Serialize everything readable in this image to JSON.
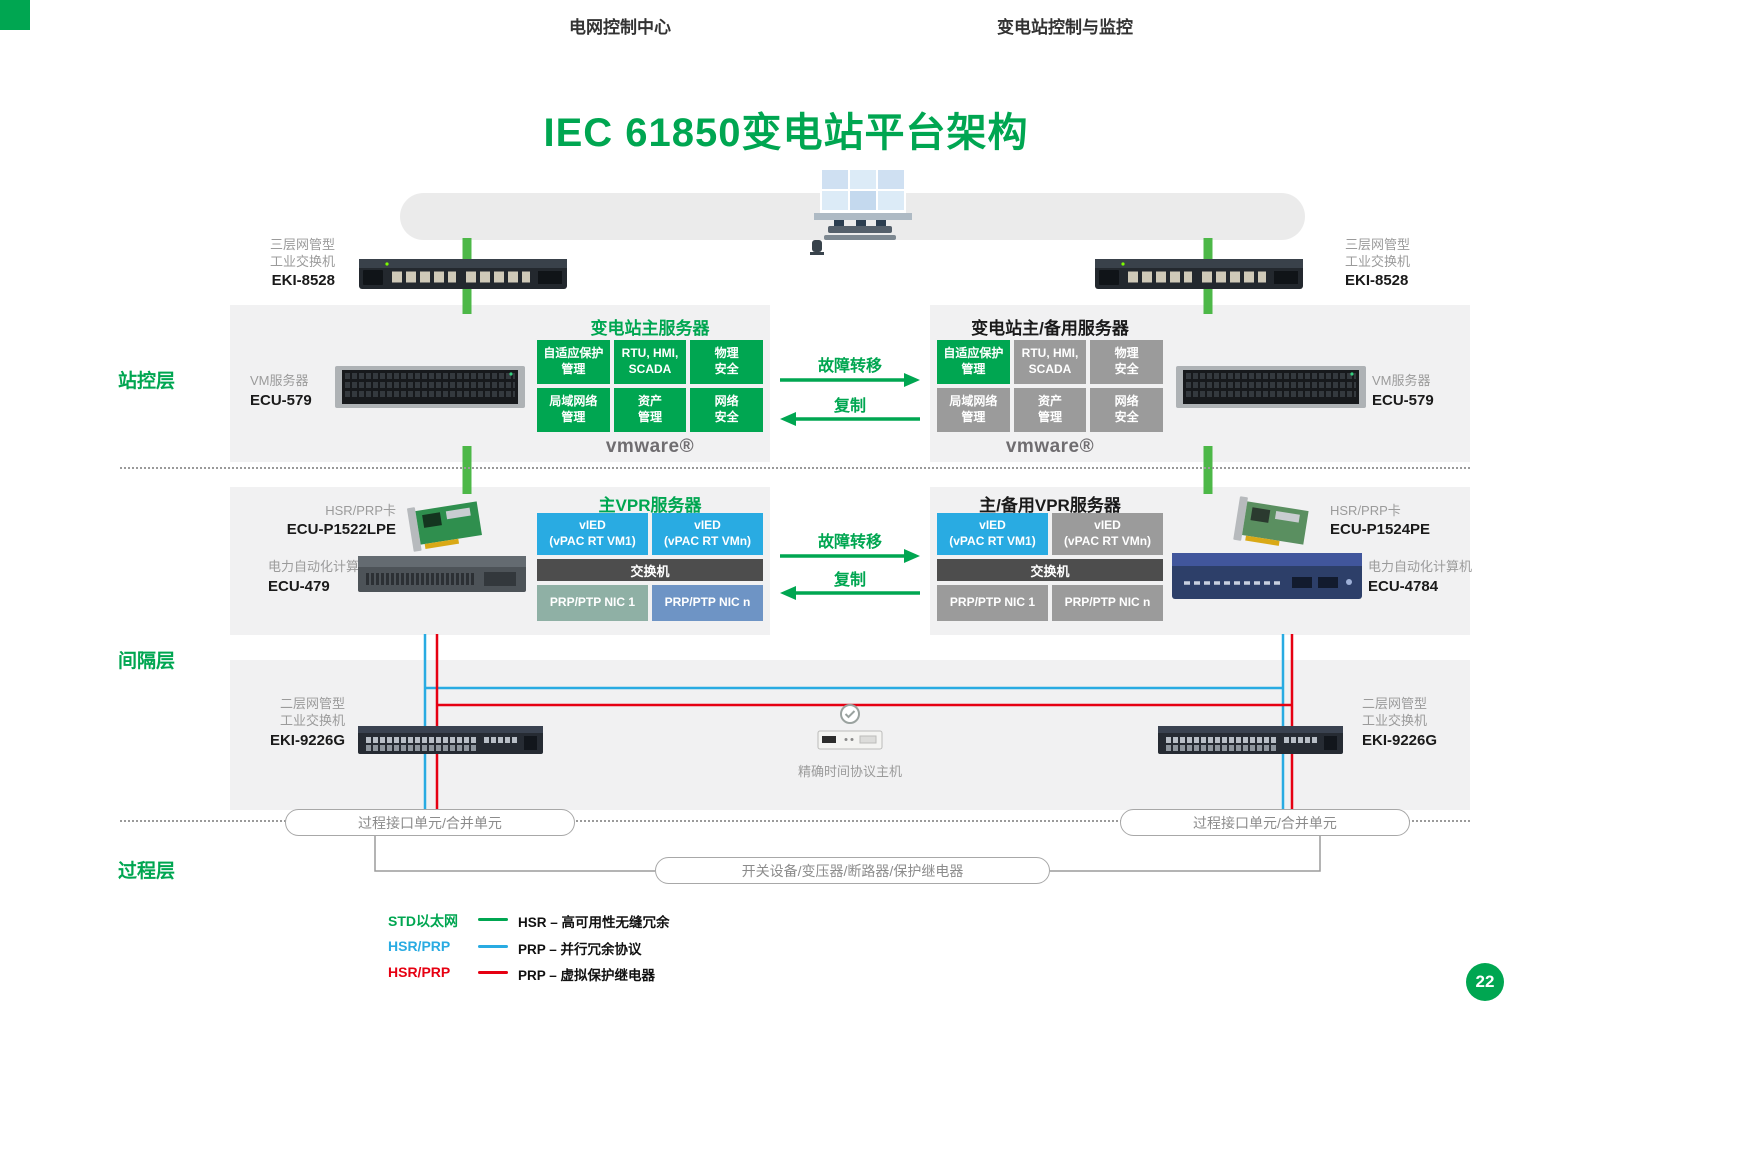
{
  "title": "IEC 61850变电站平台架构",
  "page_number": "22",
  "top_banner": {
    "grid_control_center": "电网控制中心",
    "substation_monitoring": "变电站控制与监控"
  },
  "layer_labels": {
    "station": "站控层",
    "bay": "间隔层",
    "process": "过程层"
  },
  "failover": {
    "failover": "故障转移",
    "replicate": "复制"
  },
  "station_primary": {
    "title": "变电站主服务器",
    "cells": [
      "自适应保护\n管理",
      "RTU, HMI,\nSCADA",
      "物理\n安全",
      "局域网络\n管理",
      "资产\n管理",
      "网络\n安全"
    ],
    "vmware": "vmware®"
  },
  "station_backup": {
    "title": "变电站主/备用服务器",
    "cells": [
      "自适应保护\n管理",
      "RTU, HMI,\nSCADA",
      "物理\n安全",
      "局域网络\n管理",
      "资产\n管理",
      "网络\n安全"
    ],
    "vmware": "vmware®"
  },
  "vpr_primary": {
    "title": "主VPR服务器",
    "vied1": "vIED\n(vPAC RT VM1)",
    "viedn": "vIED\n(vPAC RT VMn)",
    "switch": "交换机",
    "nic1": "PRP/PTP NIC 1",
    "nicn": "PRP/PTP NIC n"
  },
  "vpr_backup": {
    "title": "主/备用VPR服务器",
    "vied1": "vIED\n(vPAC RT VM1)",
    "viedn": "vIED\n(vPAC RT VMn)",
    "switch": "交换机",
    "nic1": "PRP/PTP NIC 1",
    "nicn": "PRP/PTP NIC n"
  },
  "devices": {
    "eki8528_left": {
      "line1": "三层网管型",
      "line2": "工业交换机",
      "model": "EKI-8528"
    },
    "eki8528_right": {
      "line1": "三层网管型",
      "line2": "工业交换机",
      "model": "EKI-8528"
    },
    "ecu579_left": {
      "type": "VM服务器",
      "model": "ECU-579"
    },
    "ecu579_right": {
      "type": "VM服务器",
      "model": "ECU-579"
    },
    "hsr_card_left": {
      "type": "HSR/PRP卡",
      "model": "ECU-P1522LPE"
    },
    "hsr_card_right": {
      "type": "HSR/PRP卡",
      "model": "ECU-P1524PE"
    },
    "ecu479": {
      "type": "电力自动化计算机",
      "model": "ECU-479"
    },
    "ecu4784": {
      "type": "电力自动化计算机",
      "model": "ECU-4784"
    },
    "eki9226_left": {
      "line1": "二层网管型",
      "line2": "工业交换机",
      "model": "EKI-9226G"
    },
    "eki9226_right": {
      "line1": "二层网管型",
      "line2": "工业交换机",
      "model": "EKI-9226G"
    },
    "ptp_host": {
      "label": "精确时间协议主机"
    }
  },
  "process": {
    "interface_left": "过程接口单元/合并单元",
    "interface_right": "过程接口单元/合并单元",
    "switchgear": "开关设备/变压器/断路器/保护继电器"
  },
  "legend": [
    {
      "tag": "STD以太网",
      "desc": "HSR – 高可用性无缝冗余",
      "color": "#00A651"
    },
    {
      "tag": "HSR/PRP",
      "desc": "PRP – 并行冗余协议",
      "color": "#29ABE2"
    },
    {
      "tag": "HSR/PRP",
      "desc": "PRP – 虚拟保护继电器",
      "color": "#E60012"
    }
  ],
  "colors": {
    "accent_green": "#00A651",
    "connector_green": "#4DB848",
    "line_blue": "#29ABE2",
    "line_red": "#E60012",
    "gray_box": "#9B9B9B",
    "dark_bar": "#4D4D4D",
    "teal_box": "#8FB0A5",
    "steel_blue_box": "#6E94C5"
  }
}
